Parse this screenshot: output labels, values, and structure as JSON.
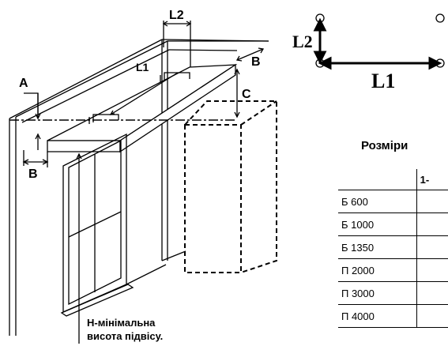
{
  "diagram": {
    "labels": {
      "l2": "L2",
      "l1": "L1",
      "b_top": "B",
      "a": "A",
      "c": "C",
      "b_left": "B",
      "height_line1": "Н-мінімальна",
      "height_line2": "висота підвісу."
    },
    "scheme": {
      "l2": "L2",
      "l1": "L1"
    }
  },
  "table": {
    "title": "Розміри",
    "header": [
      "",
      "1-"
    ],
    "rows": [
      {
        "name": "Б 600",
        "value": ""
      },
      {
        "name": "Б 1000",
        "value": ""
      },
      {
        "name": "Б 1350",
        "value": ""
      },
      {
        "name": "П 2000",
        "value": ""
      },
      {
        "name": "П 3000",
        "value": ""
      },
      {
        "name": "П 4000",
        "value": ""
      }
    ]
  }
}
